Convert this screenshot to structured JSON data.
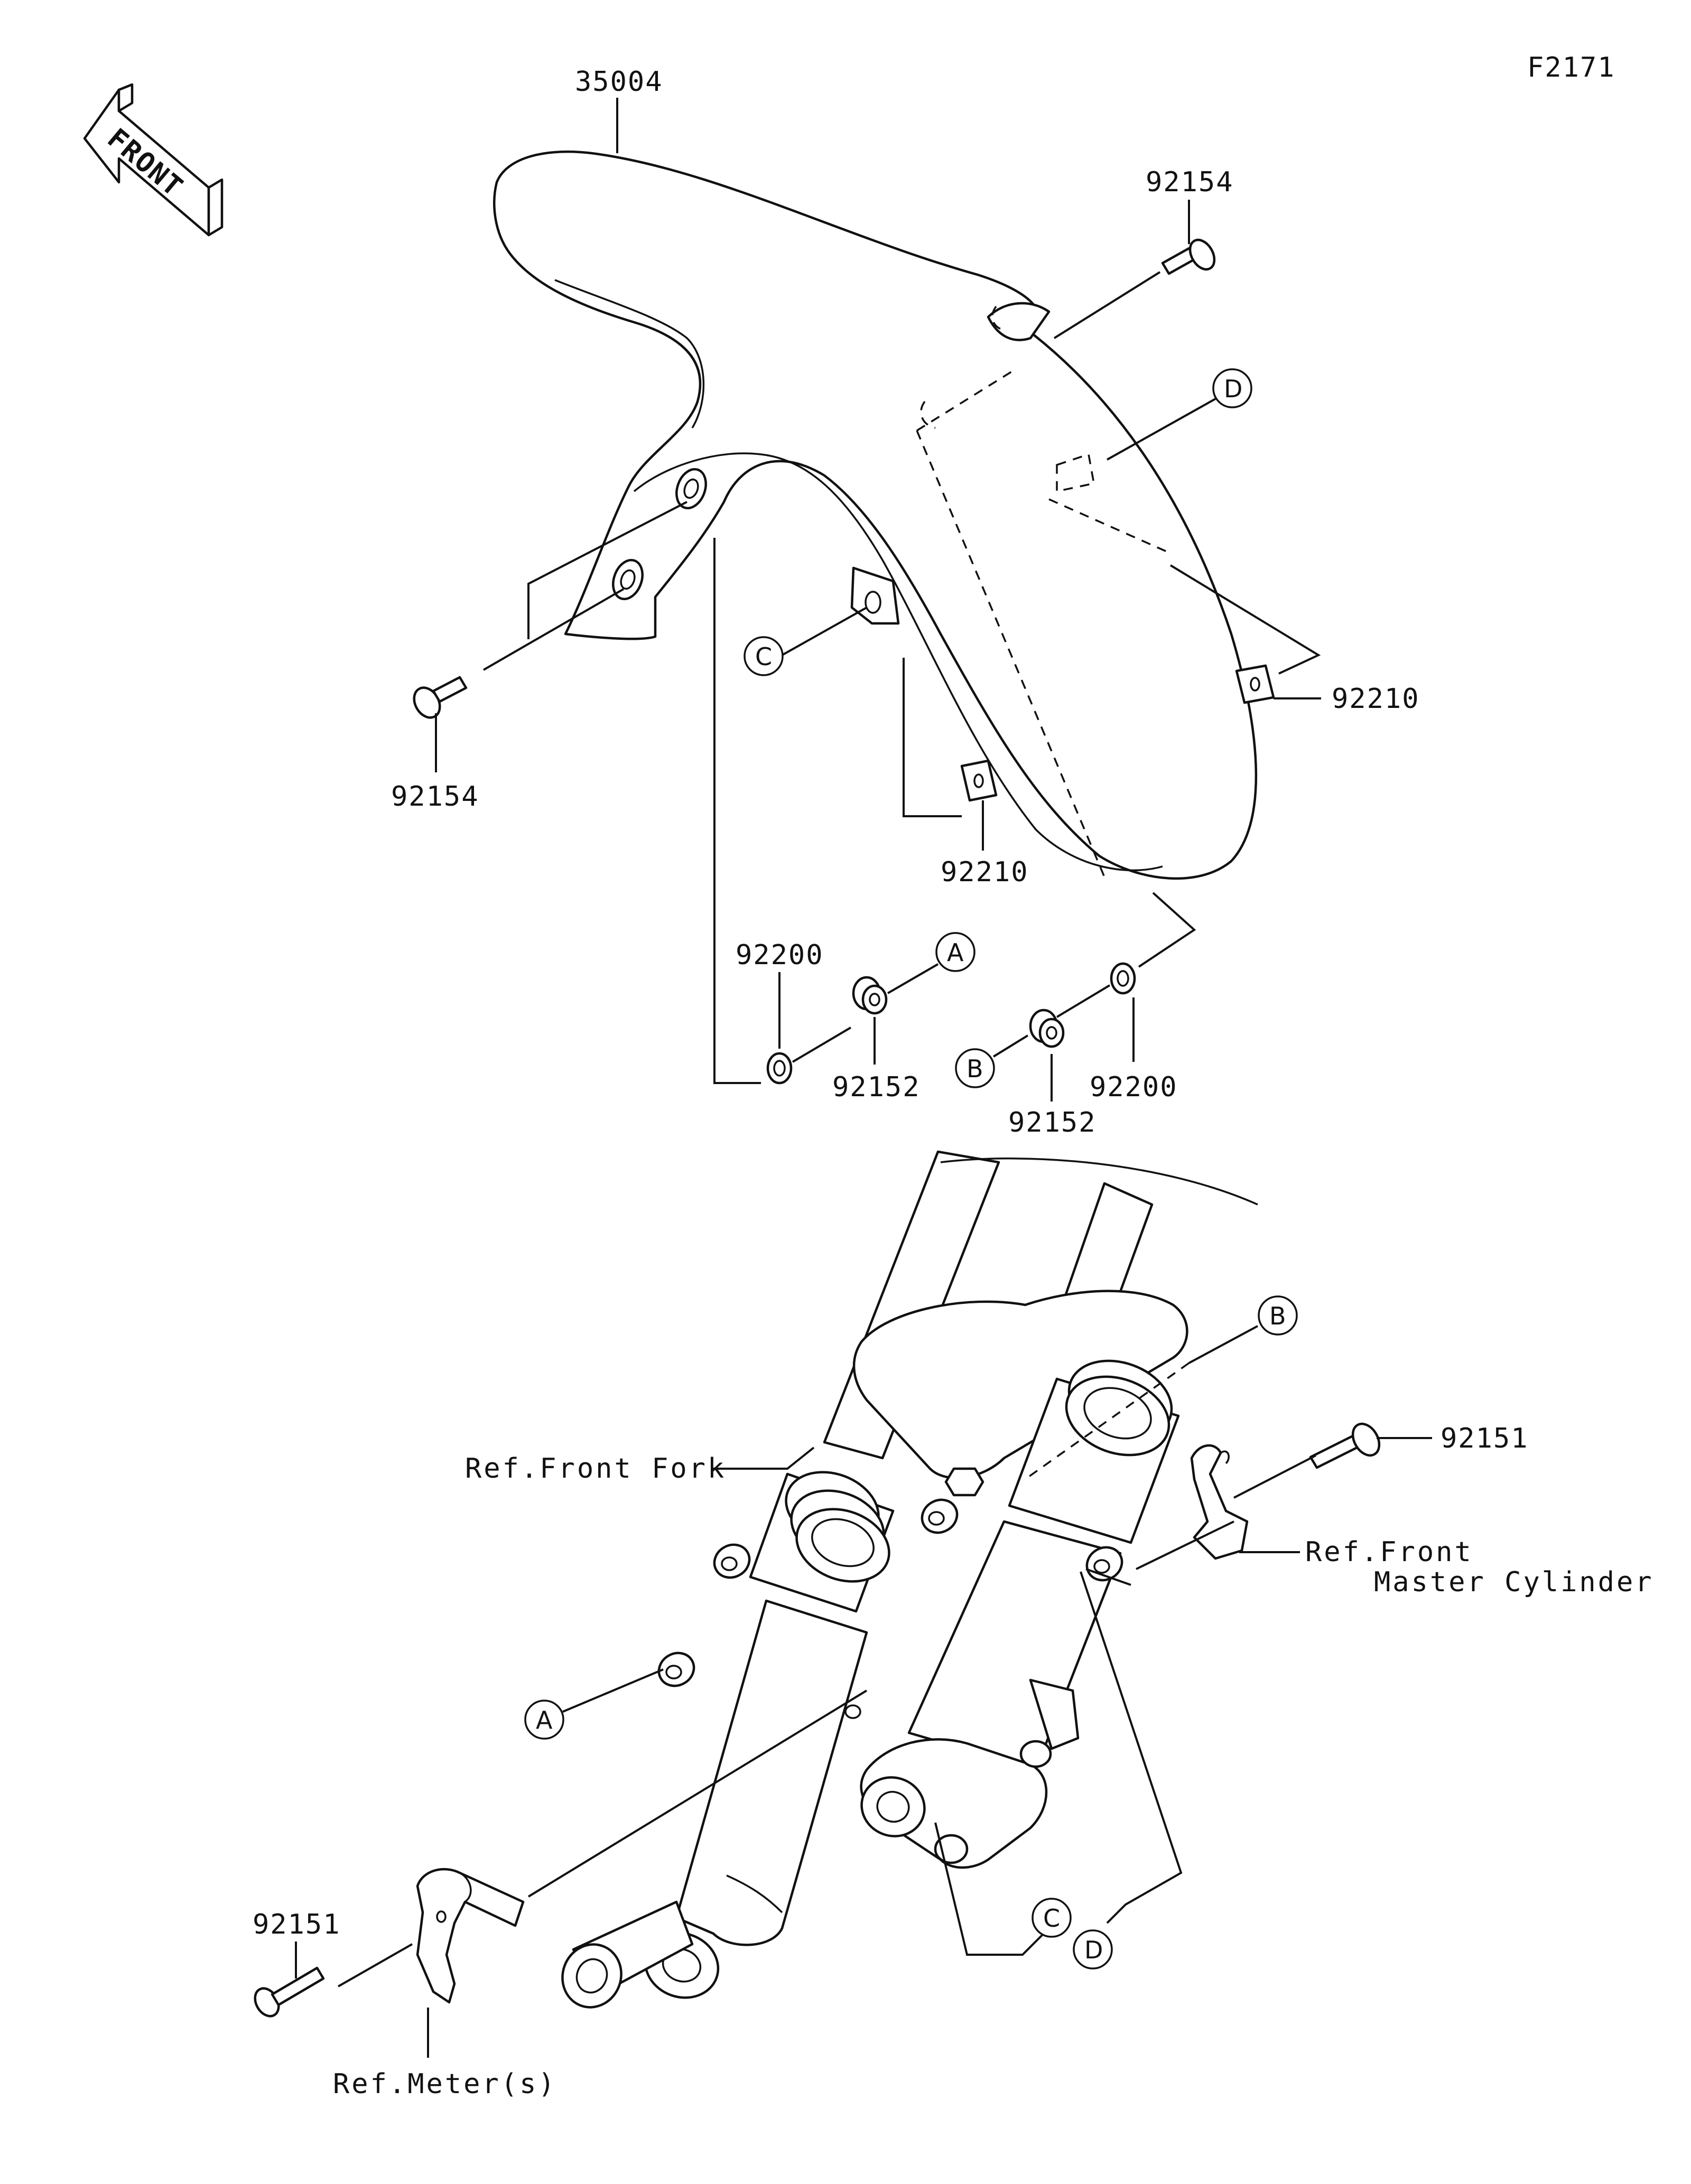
{
  "figure_code": "F2171",
  "front_arrow": {
    "text": "FRONT",
    "icon": "front-direction-arrow-icon"
  },
  "parts": {
    "fender": "35004",
    "bolt_top_right": "92154",
    "bolt_left": "92154",
    "nut_right": "92210",
    "nut_center": "92210",
    "washer_left": "92200",
    "collar_left": "92152",
    "washer_right": "92200",
    "collar_right": "92152",
    "bolt_master_cyl": "92151",
    "bolt_meter": "92151"
  },
  "references": {
    "front_fork": "Ref.Front Fork",
    "master_cylinder_line1": "Ref.Front",
    "master_cylinder_line2": "Master Cylinder",
    "meter": "Ref.Meter(s)"
  },
  "callouts": {
    "a_top": "A",
    "b_top": "B",
    "c_top": "C",
    "d_top": "D",
    "a_bottom": "A",
    "b_bottom": "B",
    "c_bottom": "C",
    "d_bottom": "D"
  }
}
